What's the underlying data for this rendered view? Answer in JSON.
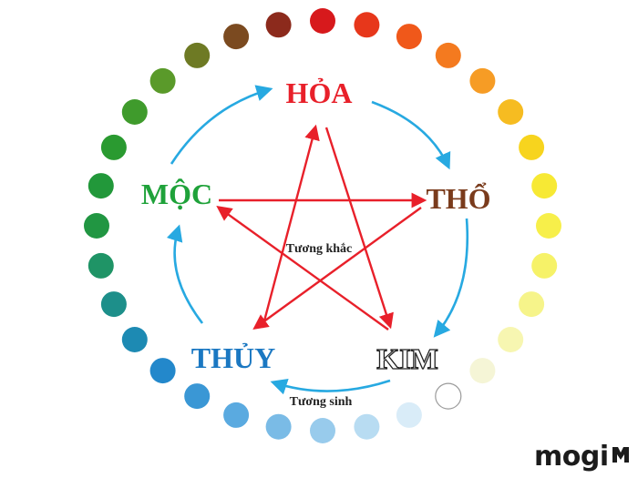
{
  "elements": {
    "hoa": {
      "label": "HỎA",
      "color": "#e8202a"
    },
    "tho": {
      "label": "THỔ",
      "color": "#7a3b1c"
    },
    "kim": {
      "label": "KIM",
      "color": "#ffffff",
      "outline": "#222222"
    },
    "thuy": {
      "label": "THỦY",
      "color": "#1b78c2"
    },
    "moc": {
      "label": "MỘC",
      "color": "#1fa23a"
    }
  },
  "cycles": {
    "generating_label": "Tương sinh",
    "generating_color": "#27a9e1",
    "controlling_label": "Tương khắc",
    "controlling_color": "#e8202a"
  },
  "color_wheel": [
    "#d7191c",
    "#e7371b",
    "#f0581a",
    "#f47a1f",
    "#f69c25",
    "#f6bc21",
    "#f7d41e",
    "#f7e934",
    "#f7ef4a",
    "#f6f268",
    "#f6f48a",
    "#f7f6b1",
    "#f5f5d6",
    "#ffffff",
    "#d9ecf8",
    "#b8dcf2",
    "#98cbec",
    "#7abbe6",
    "#5aaae0",
    "#3a97d5",
    "#2388cb",
    "#1d8ab3",
    "#1d8f8a",
    "#1f9466",
    "#219642",
    "#22983a",
    "#2a9a30",
    "#3f9b2c",
    "#5a9a2a",
    "#6e7a24",
    "#7b4a20",
    "#8c2a1c"
  ],
  "brand": {
    "name": "mogi",
    "color": "#1b1b1b"
  }
}
